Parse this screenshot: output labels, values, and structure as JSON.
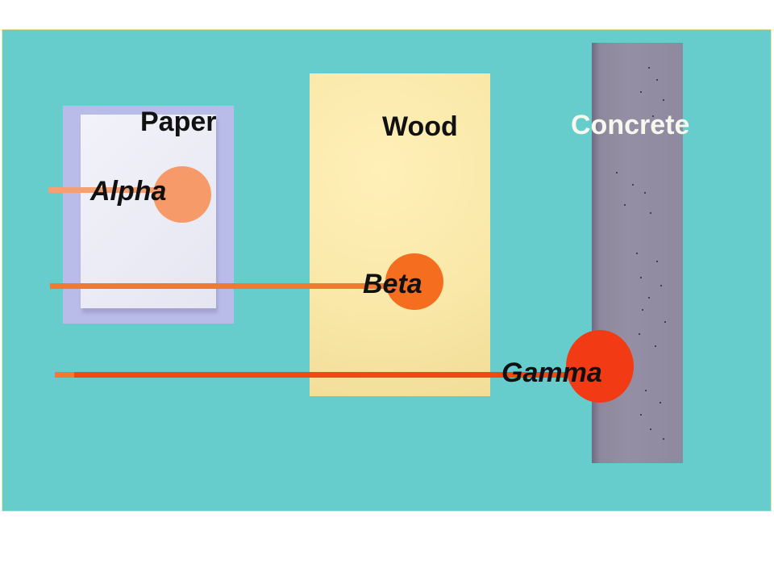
{
  "materials": {
    "paper": "Paper",
    "wood": "Wood",
    "concrete": "Concrete"
  },
  "radiation": {
    "alpha": "Alpha",
    "beta": "Beta",
    "gamma": "Gamma"
  },
  "colors": {
    "background": "#66cccc",
    "alpha": "#f79a6a",
    "beta": "#f56d1e",
    "gamma": "#f23a14"
  }
}
